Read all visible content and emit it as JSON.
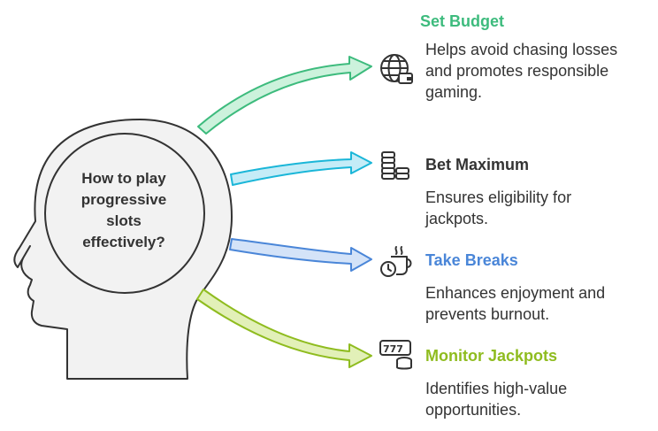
{
  "center": {
    "question_lines": [
      "How to play",
      "progressive",
      "slots",
      "effectively?"
    ]
  },
  "colors": {
    "outline": "#333333",
    "head_fill": "#f2f2f2",
    "green": "#3dbb7d",
    "green_fill": "#ccf2dc",
    "cyan": "#1ab6d8",
    "cyan_fill": "#c5ecf7",
    "blue": "#4a86d8",
    "blue_fill": "#d4e3f8",
    "lime": "#8fbc1f",
    "lime_fill": "#e2f0b8"
  },
  "items": [
    {
      "title": "Set Budget",
      "color": "#3dbb7d",
      "icon": "globe-wallet-icon",
      "desc_lines": [
        "Helps avoid chasing losses",
        "and promotes responsible",
        "gaming."
      ]
    },
    {
      "title": "Bet Maximum",
      "color": "#333333",
      "icon": "coin-stacks-icon",
      "desc_lines": [
        "Ensures eligibility for",
        "jackpots."
      ]
    },
    {
      "title": "Take Breaks",
      "color": "#4a86d8",
      "icon": "coffee-timer-icon",
      "desc_lines": [
        "Enhances enjoyment and",
        "prevents burnout."
      ]
    },
    {
      "title": "Monitor Jackpots",
      "color": "#8fbc1f",
      "icon": "slot-777-icon",
      "desc_lines": [
        "Identifies high-value",
        "opportunities."
      ]
    }
  ]
}
